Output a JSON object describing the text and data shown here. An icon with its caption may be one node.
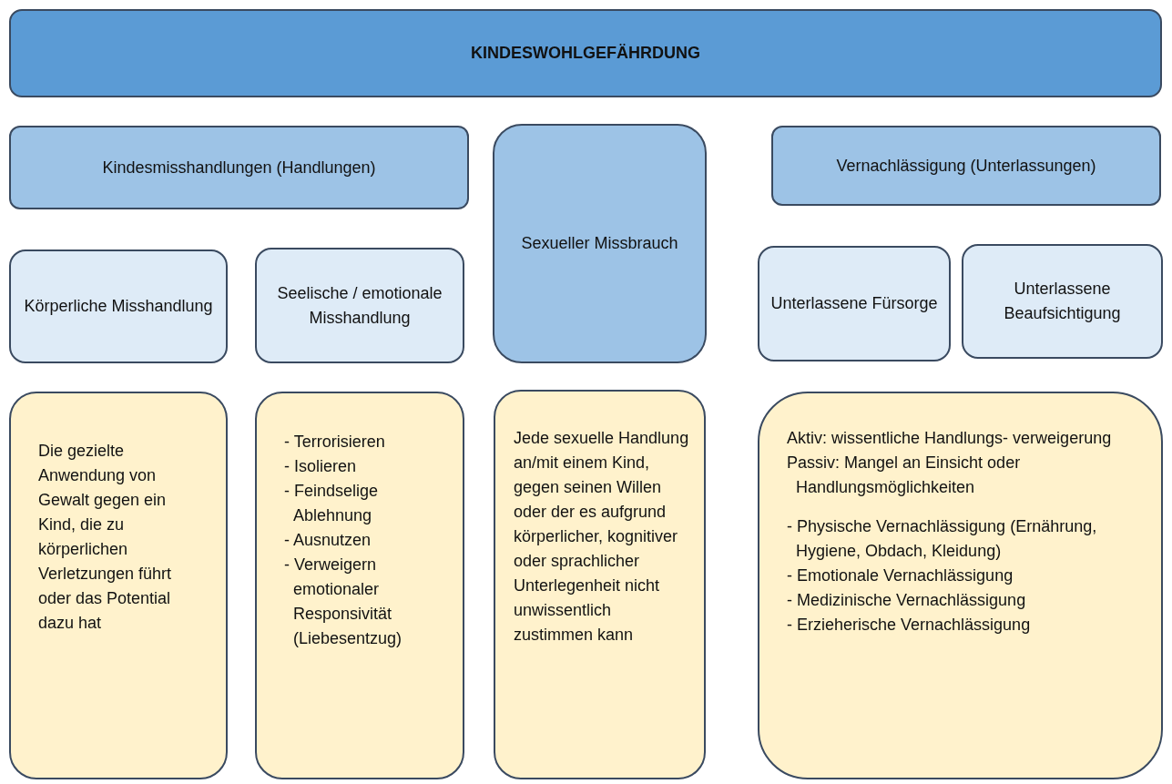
{
  "diagram": {
    "nodes": [
      {
        "text": [
          "KINDESWOHLGEFÄHRDUNG"
        ]
      },
      {
        "text": [
          "Kindesmisshandlungen (Handlungen)"
        ]
      },
      {
        "text": [
          "Sexueller Missbrauch"
        ]
      },
      {
        "text": [
          "Vernachlässigung (Unterlassungen)"
        ]
      },
      {
        "text": [
          "Körperliche Misshandlung"
        ]
      },
      {
        "text": [
          "Seelische / emotionale Misshandlung"
        ]
      },
      {
        "text": [
          "Unterlassene Fürsorge"
        ]
      },
      {
        "text": [
          "Unterlassene Beaufsichtigung"
        ]
      },
      {
        "text": [
          "Die gezielte Anwendung von Gewalt gegen ein Kind, die zu körperlichen Verletzungen führt oder das Potential dazu hat"
        ]
      },
      {
        "text": [
          "- Terrorisieren",
          "- Isolieren",
          "- Feindselige Ablehnung",
          "- Ausnutzen",
          "- Verweigern emotionaler Responsivität (Liebesentzug)"
        ]
      },
      {
        "text": [
          "Jede sexuelle Handlung an/mit einem Kind, gegen seinen Willen oder der es aufgrund körperlicher, kognitiver oder sprachlicher Unterlegenheit nicht unwissentlich zustimmen kann"
        ]
      },
      {
        "text": [
          "Aktiv: wissentliche Handlungs- verweigerung",
          "Passiv: Mangel an Einsicht oder Handlungsmöglichkeiten",
          "- Physische Vernachlässigung (Ernährung, Hygiene, Obdach, Kleidung)",
          "- Emotionale Vernachlässigung",
          "- Medizinische Vernachlässigung",
          "- Erzieherische Vernachlässigung"
        ]
      }
    ]
  }
}
